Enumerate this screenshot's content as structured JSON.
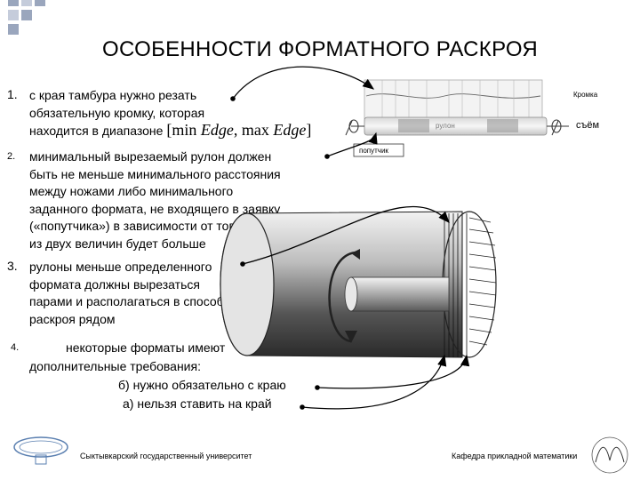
{
  "title": "ОСОБЕННОСТИ ФОРМАТНОГО РАСКРОЯ",
  "items": [
    {
      "number": "1.",
      "lines": [
        "с края тамбура нужно резать",
        "обязательную кромку, которая",
        "находится в диапазоне"
      ],
      "math": {
        "min": "min",
        "min_var": "Edge",
        "sep": ",",
        "max": "max",
        "max_var": "Edge"
      }
    },
    {
      "number": "2.",
      "lines": [
        "минимальный вырезаемый рулон должен",
        "быть не меньше минимального расстояния",
        "между ножами либо минимального",
        "заданного формата, не входящего в заявку",
        "(«попутчика») в зависимости от того какая,",
        "из двух величин будет больше"
      ]
    },
    {
      "number": "3.",
      "lines": [
        "рулоны меньше определенного",
        "формата должны вырезаться",
        "парами и располагаться в способе",
        "раскроя рядом"
      ]
    },
    {
      "number": "4.",
      "lines": [
        "некоторые форматы имеют",
        "дополнительные требования:"
      ],
      "subitems": [
        "б) нужно обязательно с краю",
        "а) нельзя ставить на край"
      ]
    }
  ],
  "diagram": {
    "kromka": "Кромка",
    "rulon": "рулон",
    "sjom": "съём",
    "poputchik": "попутчик"
  },
  "footer": {
    "left": "Сыктывкарский государственный университет",
    "right": "Кафедра прикладной математики"
  },
  "colors": {
    "corner": "#9aa6bd",
    "roll_dark": "#6b6b6b",
    "roll_light": "#ececec"
  }
}
